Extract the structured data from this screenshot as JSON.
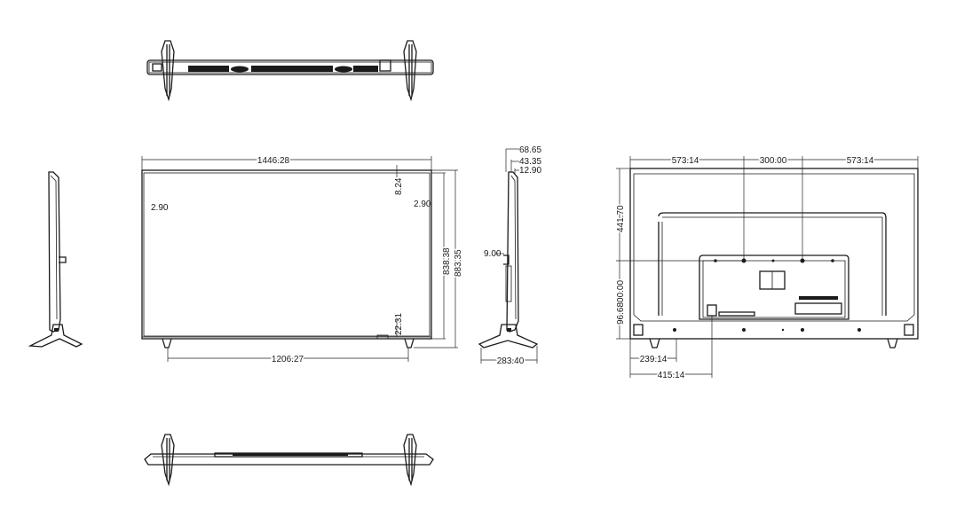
{
  "front_view": {
    "total_width": "1446.28",
    "bezel_top": "8.24",
    "bezel_left": "2.90",
    "bezel_right": "2.90",
    "screen_height": "838.38",
    "total_height": "883.35",
    "bezel_bottom": "22.31",
    "stand_spacing": "1206.27"
  },
  "side_view": {
    "depth_max": "68.65",
    "depth_mid": "43.35",
    "depth_panel": "12.90",
    "bracket_offset": "9.00",
    "stand_depth": "283.40"
  },
  "back_view": {
    "left_to_mount": "573.14",
    "vesa_width": "300.00",
    "right_to_mount": "573.14",
    "top_to_mount": "441.70",
    "mount_rows": "96.6800.00",
    "stand_to_edge": "239.14",
    "port_offset": "415.14"
  }
}
